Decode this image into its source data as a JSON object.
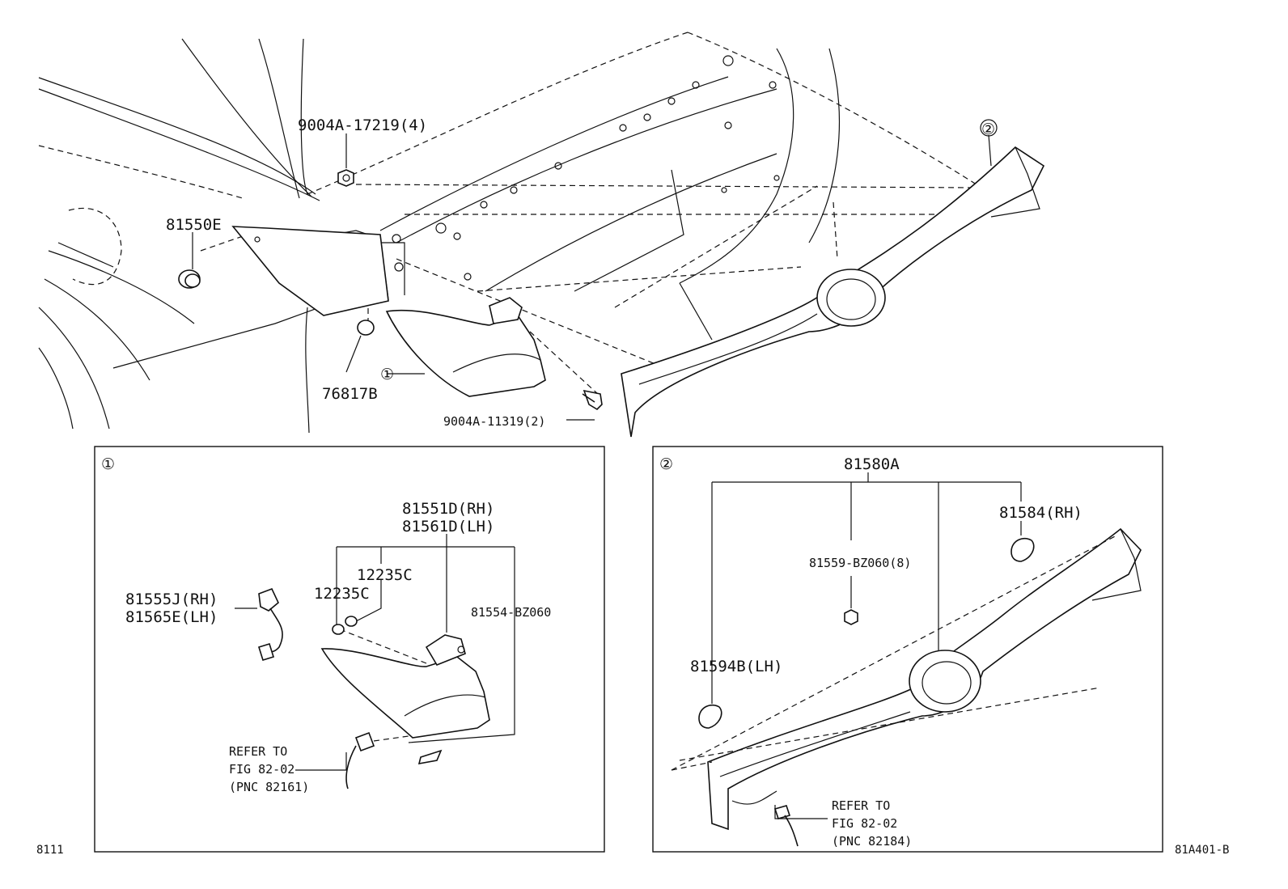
{
  "main": {
    "p_900a_17219": "9004A-17219(4)",
    "p_81550e": "81550E",
    "p_76817b": "76817B",
    "p_900a_11319": "9004A-11319(2)",
    "ref1": "①",
    "ref2": "②"
  },
  "box1": {
    "marker": "①",
    "p_81551d": "81551D(RH)",
    "p_81561d": "81561D(LH)",
    "p_12235c_a": "12235C",
    "p_12235c_b": "12235C",
    "p_81555j": "81555J(RH)",
    "p_81565e": "81565E(LH)",
    "p_81554": "81554-BZ060",
    "refer_1": "REFER TO",
    "refer_2": "FIG 82-02",
    "refer_3": "(PNC 82161)"
  },
  "box2": {
    "marker": "②",
    "p_81580a": "81580A",
    "p_81584": "81584(RH)",
    "p_81559": "81559-BZ060(8)",
    "p_81594b": "81594B(LH)",
    "refer_1": "REFER TO",
    "refer_2": "FIG 82-02",
    "refer_3": "(PNC 82184)"
  },
  "footer": {
    "left_code": "8111",
    "right_code": "81A401-B"
  }
}
